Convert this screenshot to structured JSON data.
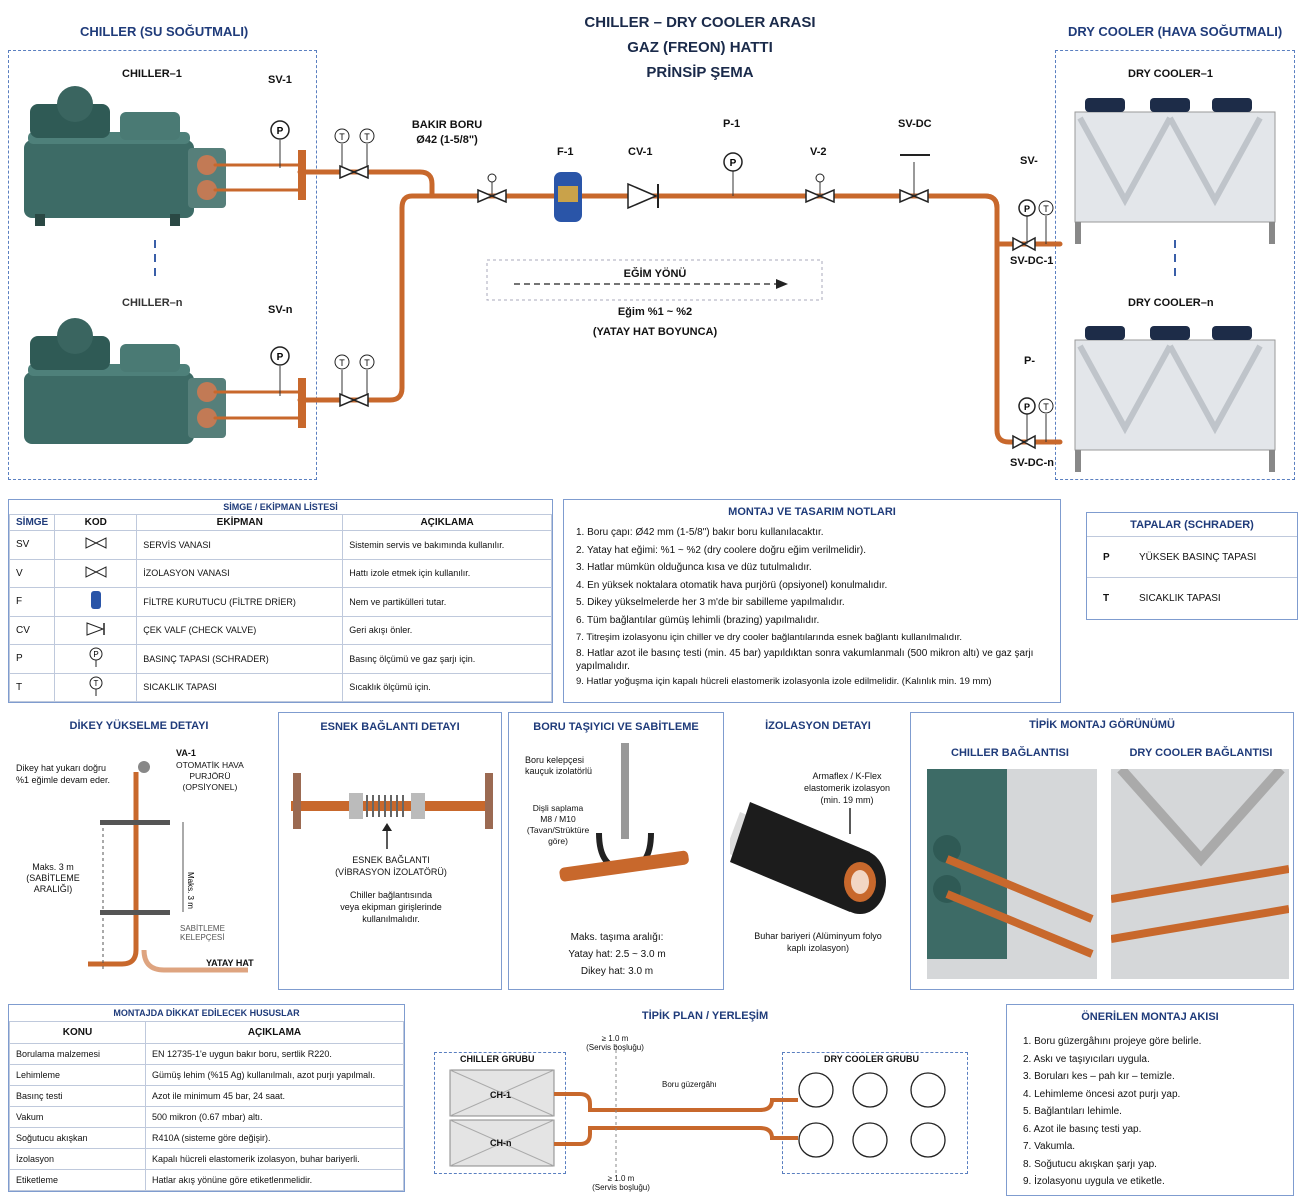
{
  "header": {
    "left_title": "CHILLER (SU SOĞUTMALI)",
    "center_title": [
      "CHILLER – DRY COOLER ARASI",
      "GAZ (FREON) HATTI",
      "PRİNSİP ŞEMA"
    ],
    "right_title": "DRY COOLER (HAVA SOĞUTMALI)"
  },
  "schematic": {
    "chiller_1": "CHILLER–1",
    "chiller_n": "CHILLER–n",
    "sv_1": "SV-1",
    "sv_n": "SV-n",
    "copper_pipe": [
      "BAKIR BORU",
      "Ø42 (1-5/8\")"
    ],
    "f_1": "F-1",
    "cv_1": "CV-1",
    "p_1": "P-1",
    "v_2": "V-2",
    "sv_dc": "SV-DC",
    "dry_cooler_1": "DRY COOLER–1",
    "dry_cooler_n": "DRY COOLER–n",
    "sv_dc_1": "SV-DC-1",
    "sv_dc_n": "SV-DC-n",
    "sv_top": "SV-",
    "p_bottom": "P-",
    "slope_title": "EĞİM YÖNÜ",
    "slope_value": "Eğim %1 ~ %2",
    "slope_note": "(YATAY HAT BOYUNCA)"
  },
  "equipment_list": {
    "title": "SİMGE / EKİPMAN LİSTESİ",
    "headers": [
      "SİMGE",
      "KOD",
      "EKİPMAN",
      "AÇIKLAMA"
    ],
    "rows": [
      {
        "code": "SV",
        "symbol": "valve-icon",
        "name": "SERVİS VANASI",
        "desc": "Sistemin servis ve bakımında kullanılır."
      },
      {
        "code": "V",
        "symbol": "valve-icon",
        "name": "İZOLASYON VANASI",
        "desc": "Hattı izole etmek için kullanılır."
      },
      {
        "code": "F",
        "symbol": "filter-drier-icon",
        "name": "FİLTRE KURUTUCU (FİLTRE DRİER)",
        "desc": "Nem ve partikülleri tutar."
      },
      {
        "code": "CV",
        "symbol": "check-valve-icon",
        "name": "ÇEK VALF (CHECK VALVE)",
        "desc": "Geri akışı önler."
      },
      {
        "code": "P",
        "symbol": "pressure-tap-icon",
        "name": "BASINÇ TAPASI (SCHRADER)",
        "desc": "Basınç ölçümü ve gaz şarjı için."
      },
      {
        "code": "T",
        "symbol": "temperature-tap-icon",
        "name": "SICAKLIK TAPASI",
        "desc": "Sıcaklık ölçümü için."
      }
    ]
  },
  "design_notes": {
    "title": "MONTAJ VE TASARIM NOTLARI",
    "items": [
      "1. Boru çapı: Ø42 mm (1-5/8\") bakır boru kullanılacaktır.",
      "2. Yatay hat eğimi: %1 ~ %2 (dry coolere doğru eğim verilmelidir).",
      "3. Hatlar mümkün olduğunca kısa ve düz tutulmalıdır.",
      "4. En yüksek noktalara otomatik hava purjörü (opsiyonel) konulmalıdır.",
      "5. Dikey yükselmelerde her 3 m'de bir sabilleme yapılmalıdır.",
      "6. Tüm bağlantılar gümüş lehimli (brazing) yapılmalıdır.",
      "7. Titreşim izolasyonu için chiller ve dry cooler bağlantılarında esnek bağlantı kullanılmalıdır.",
      "8. Hatlar azot ile basınç testi (min. 45 bar) yapıldıktan sonra vakumlanmalı (500 mikron altı) ve gaz şarjı yapılmalıdır.",
      "9. Hatlar yoğuşma için kapalı hücreli elastomerik izolasyonla izole edilmelidir. (Kalınlık min. 19 mm)"
    ]
  },
  "plugs": {
    "title": "TAPALAR (SCHRADER)",
    "rows": [
      {
        "code": "P",
        "label": "YÜKSEK BASINÇ TAPASI"
      },
      {
        "code": "T",
        "label": "SICAKLIK TAPASI"
      }
    ]
  },
  "vertical_detail": {
    "title": "DİKEY YÜKSELME DETAYI",
    "note": [
      "Dikey hat yukarı doğru",
      "%1 eğimle devam eder."
    ],
    "va_1": "VA-1",
    "air_purger": [
      "OTOMATİK HAVA",
      "PURJÖRÜ",
      "(OPSİYONEL)"
    ],
    "max_spacing": [
      "Maks. 3 m",
      "(SABİTLEME",
      "ARALIĞI)"
    ],
    "clamp": [
      "SABİTLEME KELEPÇESİ"
    ],
    "horizontal": "YATAY HAT"
  },
  "flex_detail": {
    "title": "ESNEK BAĞLANTI DETAYI",
    "label": [
      "ESNEK BAĞLANTI",
      "(VİBRASYON İZOLATÖRÜ)"
    ],
    "note": [
      "Chiller bağlantısında",
      "veya ekipman girişlerinde",
      "kullanılmalıdır."
    ]
  },
  "support_detail": {
    "title": "BORU TAŞIYICI VE SABİTLEME",
    "clamp": [
      "Boru kelepçesi",
      "kauçuk izolatörlü"
    ],
    "rod": [
      "Dişli saplama",
      "M8 / M10",
      "(Tavan/Strüktüre",
      "göre)"
    ],
    "spacing_title": "Maks. taşıma aralığı:",
    "horizontal": "Yatay hat: 2.5 ~ 3.0 m",
    "vertical": "Dikey hat: 3.0 m"
  },
  "insulation_detail": {
    "title": "İZOLASYON DETAYI",
    "label": [
      "Armaflex / K-Flex",
      "elastomerik izolasyon",
      "(min. 19 mm)"
    ],
    "barrier": [
      "Buhar bariyeri (Alüminyum folyo",
      "kaplı izolasyon)"
    ]
  },
  "typical_view": {
    "title": "TİPİK MONTAJ GÖRÜNÜMÜ",
    "chiller": "CHILLER BAĞLANTISI",
    "drycooler": "DRY COOLER BAĞLANTISI"
  },
  "cautions": {
    "title": "MONTAJDA DİKKAT EDİLECEK HUSUSLAR",
    "headers": [
      "KONU",
      "AÇIKLAMA"
    ],
    "rows": [
      {
        "topic": "Borulama malzemesi",
        "desc": "EN 12735-1'e uygun bakır boru, sertlik R220."
      },
      {
        "topic": "Lehimleme",
        "desc": "Gümüş lehim (%15 Ag) kullanılmalı, azot purjı yapılmalı."
      },
      {
        "topic": "Basınç testi",
        "desc": "Azot ile minimum 45 bar, 24 saat."
      },
      {
        "topic": "Vakum",
        "desc": "500 mikron (0.67 mbar) altı."
      },
      {
        "topic": "Soğutucu akışkan",
        "desc": "R410A (sisteme göre değişir)."
      },
      {
        "topic": "İzolasyon",
        "desc": "Kapalı hücreli elastomerik izolasyon, buhar bariyerli."
      },
      {
        "topic": "Etiketleme",
        "desc": "Hatlar akış yönüne göre etiketlenmelidir."
      }
    ]
  },
  "plan": {
    "title": "TİPİK PLAN / YERLEŞİM",
    "chiller_group": "CHILLER GRUBU",
    "drycooler_group": "DRY COOLER GRUBU",
    "ch_1": "CH-1",
    "ch_n": "CH-n",
    "service_top": [
      "≥ 1.0 m",
      "(Servis boşluğu)"
    ],
    "service_bottom": [
      "≥ 1.0 m",
      "(Servis boşluğu)"
    ],
    "route": "Boru güzergâhı"
  },
  "flow": {
    "title": "ÖNERİLEN MONTAJ AKISI",
    "items": [
      "1. Boru güzergâhını projeye göre belirle.",
      "2. Askı ve taşıyıcıları uygula.",
      "3. Boruları kes – pah kır – temizle.",
      "4. Lehimleme öncesi azot purjı yap.",
      "5. Bağlantıları lehimle.",
      "6. Azot ile basınç testi yap.",
      "7. Vakumla.",
      "8. Soğutucu akışkan şarjı yap.",
      "9. İzolasyonu uygula ve etiketle."
    ]
  },
  "colors": {
    "pipe": "#c8682c",
    "chiller": "#3d6b66",
    "title_blue": "#1f3b7a",
    "panel_border": "#7f9ccf",
    "filter_blue": "#2a55a8"
  }
}
